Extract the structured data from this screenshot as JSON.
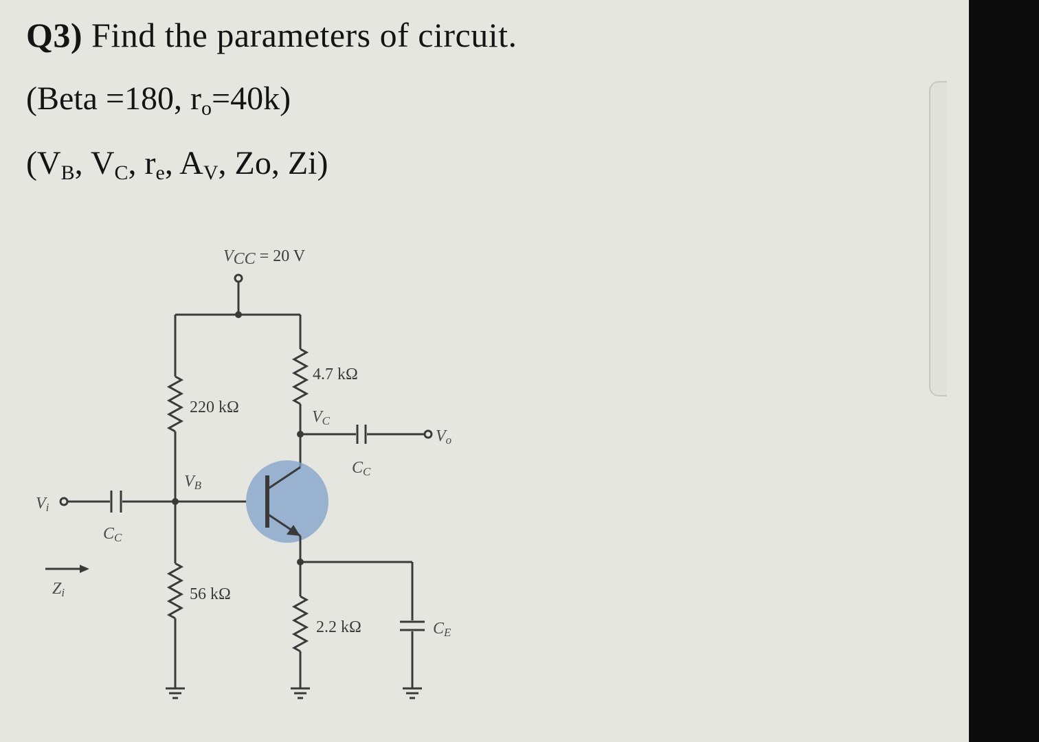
{
  "question": {
    "number": "Q3)",
    "title_rest": "Find the parameters of circuit.",
    "given_prefix": "(Beta =180, r",
    "given_sub": "o",
    "given_suffix": "=40k)",
    "find": [
      {
        "main": "V",
        "sub": "B",
        "after": ", "
      },
      {
        "main": "V",
        "sub": "C",
        "after": ", "
      },
      {
        "main": "r",
        "sub": "e",
        "after": ", "
      },
      {
        "main": "A",
        "sub": "V",
        "after": ", "
      },
      {
        "main": "Zo",
        "sub": "",
        "after": ", "
      },
      {
        "main": "Zi",
        "sub": "",
        "after": ""
      }
    ]
  },
  "circuit": {
    "vcc_symbol": "V",
    "vcc_sub": "CC",
    "vcc_value": " = 20 V",
    "r1": "220 kΩ",
    "r2": "56 kΩ",
    "rc": "4.7 kΩ",
    "re": "2.2 kΩ",
    "vc_symbol": "V",
    "vc_sub": "C",
    "vb_symbol": "V",
    "vb_sub": "B",
    "vo_symbol": "V",
    "vo_sub": "o",
    "vi_symbol": "V",
    "vi_sub": "i",
    "zi_symbol": "Z",
    "zi_sub": "i",
    "cc_in_symbol": "C",
    "cc_in_sub": "C",
    "cc_out_symbol": "C",
    "cc_out_sub": "C",
    "ce_symbol": "C",
    "ce_sub": "E"
  },
  "colors": {
    "wire": "#3a3a3a",
    "transistor_highlight": "#7fa0c8"
  }
}
